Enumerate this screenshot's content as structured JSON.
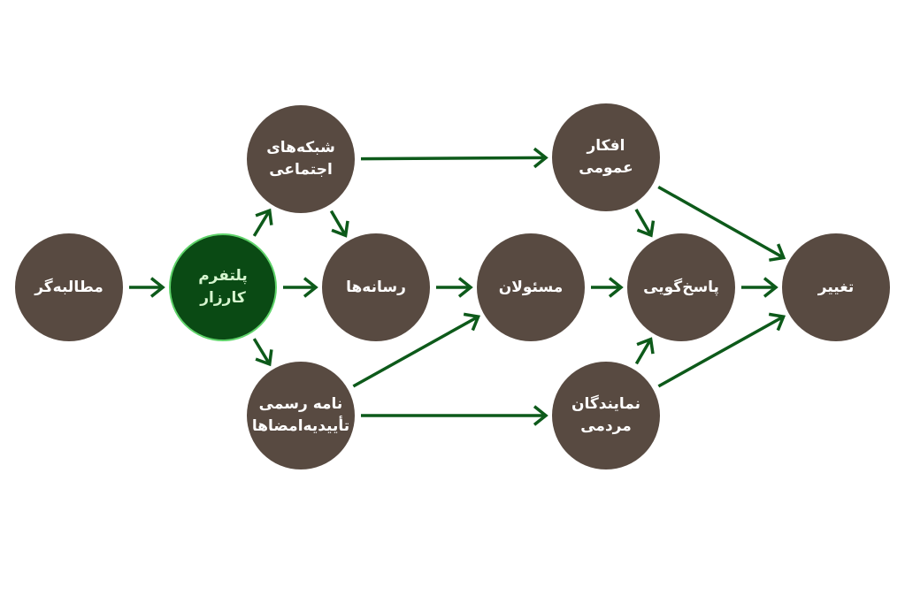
{
  "nodes": [
    {
      "id": "demander",
      "label": "مطالبه‌گر"
    },
    {
      "id": "platform",
      "label": "پلتفرم کارزار",
      "highlight": true
    },
    {
      "id": "social",
      "label": "شبکه‌های\nاجتماعی"
    },
    {
      "id": "media",
      "label": "رسانه‌ها"
    },
    {
      "id": "letter",
      "label": "نامه رسمی\nتأییدیه‌امضاها"
    },
    {
      "id": "officials",
      "label": "مسئولان"
    },
    {
      "id": "opinion",
      "label": "افکار عمومی"
    },
    {
      "id": "accountability",
      "label": "پاسخ‌گویی"
    },
    {
      "id": "representatives",
      "label": "نمایندگان\nمردمی"
    },
    {
      "id": "change",
      "label": "تغییر"
    }
  ],
  "edges": [
    [
      "demander",
      "platform"
    ],
    [
      "platform",
      "social"
    ],
    [
      "platform",
      "media"
    ],
    [
      "platform",
      "letter"
    ],
    [
      "social",
      "media"
    ],
    [
      "social",
      "opinion"
    ],
    [
      "media",
      "officials"
    ],
    [
      "letter",
      "officials"
    ],
    [
      "letter",
      "representatives"
    ],
    [
      "officials",
      "accountability"
    ],
    [
      "opinion",
      "accountability"
    ],
    [
      "opinion",
      "change"
    ],
    [
      "representatives",
      "accountability"
    ],
    [
      "representatives",
      "change"
    ],
    [
      "accountability",
      "change"
    ]
  ],
  "colors": {
    "node": "#584a41",
    "highlight": "#0a4a14",
    "arrow": "#0d5a1a"
  }
}
